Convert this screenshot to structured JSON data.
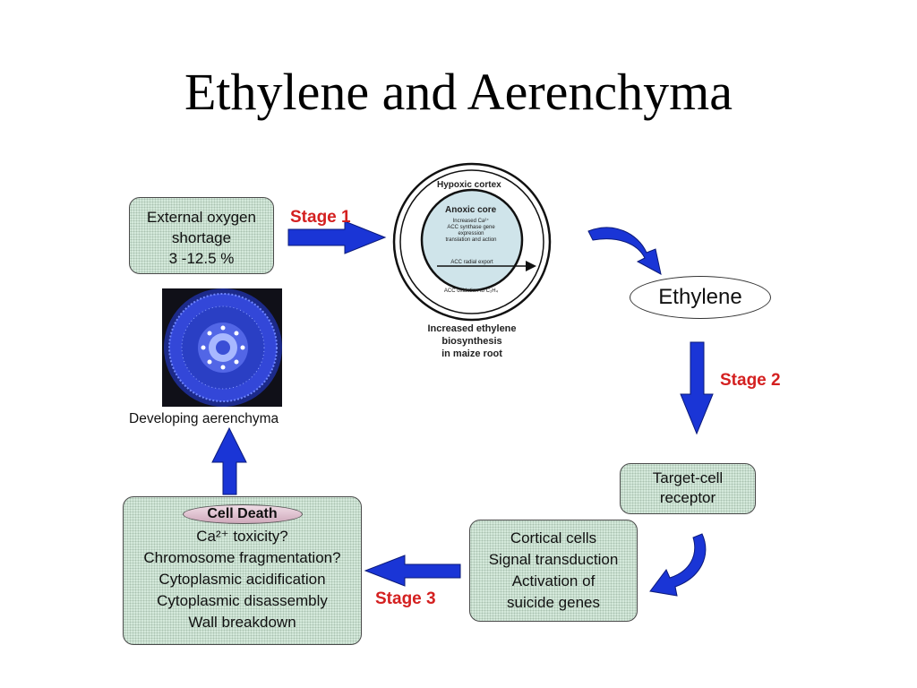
{
  "title": "Ethylene and Aerenchyma",
  "oxygen_box": {
    "lines": [
      "External oxygen",
      "shortage",
      "3 -12.5 %"
    ]
  },
  "stages": {
    "stage1": "Stage 1",
    "stage2": "Stage 2",
    "stage3": "Stage 3"
  },
  "root_circle": {
    "outer_label": "Hypoxic cortex",
    "inner_label": "Anoxic core",
    "inner_small_lines": [
      "Increased Ca²⁺",
      "ACC synthase gene",
      "expression",
      "translation and action"
    ],
    "export_label": "ACC radial export",
    "oxidation_label": "ACC oxidation to C₂H₄"
  },
  "maize_caption": {
    "lines": [
      "Increased ethylene",
      "biosynthesis",
      "in maize root"
    ]
  },
  "ethylene_label": "Ethylene",
  "receptor_box": {
    "lines": [
      "Target-cell",
      "receptor"
    ]
  },
  "cortical_box": {
    "lines": [
      "Cortical cells",
      "Signal transduction",
      "Activation of",
      "suicide genes"
    ]
  },
  "death_box": {
    "heading": "Cell Death",
    "lines": [
      "Ca²⁺ toxicity?",
      "Chromosome fragmentation?",
      "Cytoplasmic acidification",
      "Cytoplasmic disassembly",
      "Wall breakdown"
    ]
  },
  "root_caption": "Developing aerenchyma",
  "colors": {
    "arrow": "#1a35d6",
    "stage_text": "#d42020",
    "box_fill": "#d6eadc"
  },
  "icons": {
    "cross_section": "maize-root-cross-section-image"
  }
}
